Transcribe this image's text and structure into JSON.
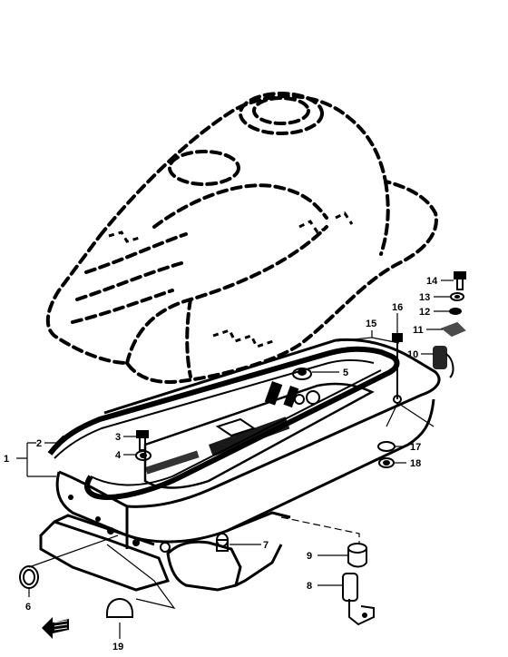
{
  "diagram": {
    "type": "exploded-parts-diagram",
    "callouts": [
      {
        "id": "1",
        "label": "1"
      },
      {
        "id": "2",
        "label": "2"
      },
      {
        "id": "3",
        "label": "3"
      },
      {
        "id": "4",
        "label": "4"
      },
      {
        "id": "5",
        "label": "5"
      },
      {
        "id": "6",
        "label": "6"
      },
      {
        "id": "7",
        "label": "7"
      },
      {
        "id": "8",
        "label": "8"
      },
      {
        "id": "9",
        "label": "9"
      },
      {
        "id": "10",
        "label": "10"
      },
      {
        "id": "11",
        "label": "11"
      },
      {
        "id": "12",
        "label": "12"
      },
      {
        "id": "13",
        "label": "13"
      },
      {
        "id": "14",
        "label": "14"
      },
      {
        "id": "15",
        "label": "15"
      },
      {
        "id": "16",
        "label": "16"
      },
      {
        "id": "17",
        "label": "17"
      },
      {
        "id": "18",
        "label": "18"
      },
      {
        "id": "19",
        "label": "19"
      }
    ],
    "front_arrow_icon": "arrow-left-icon"
  }
}
